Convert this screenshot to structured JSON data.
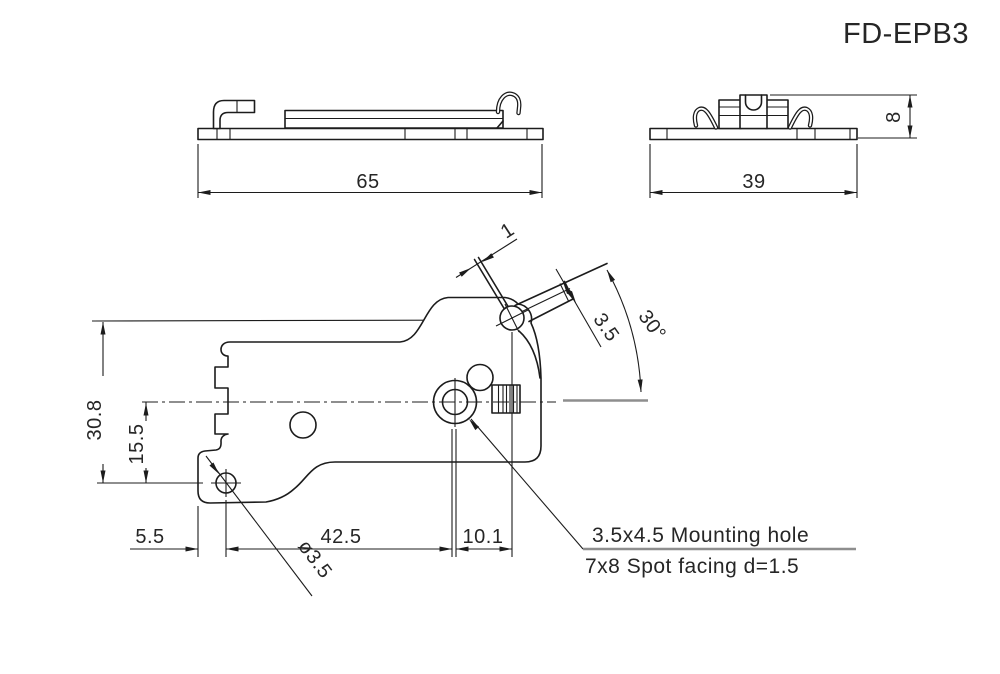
{
  "title": "FD-EPB3",
  "colors": {
    "line": "#1c1c1c",
    "reference_line": "#8e8e8e",
    "background": "#ffffff"
  },
  "views": {
    "side_view": {
      "overall_width": "65"
    },
    "end_view": {
      "overall_depth": "39",
      "overall_height": "8"
    },
    "plan_view": {
      "wire_diameter": "1",
      "pin_width": "3.5",
      "pin_angle": "30°",
      "height_to_pivot": "30.8",
      "height_to_centerline": "15.5",
      "hole_edge_offset": "5.5",
      "hole_spacing": "42.5",
      "pivot_offset": "10.1",
      "hole_diameter": "ø3.5",
      "notes": [
        "3.5x4.5 Mounting hole",
        "7x8 Spot facing d=1.5"
      ]
    }
  }
}
